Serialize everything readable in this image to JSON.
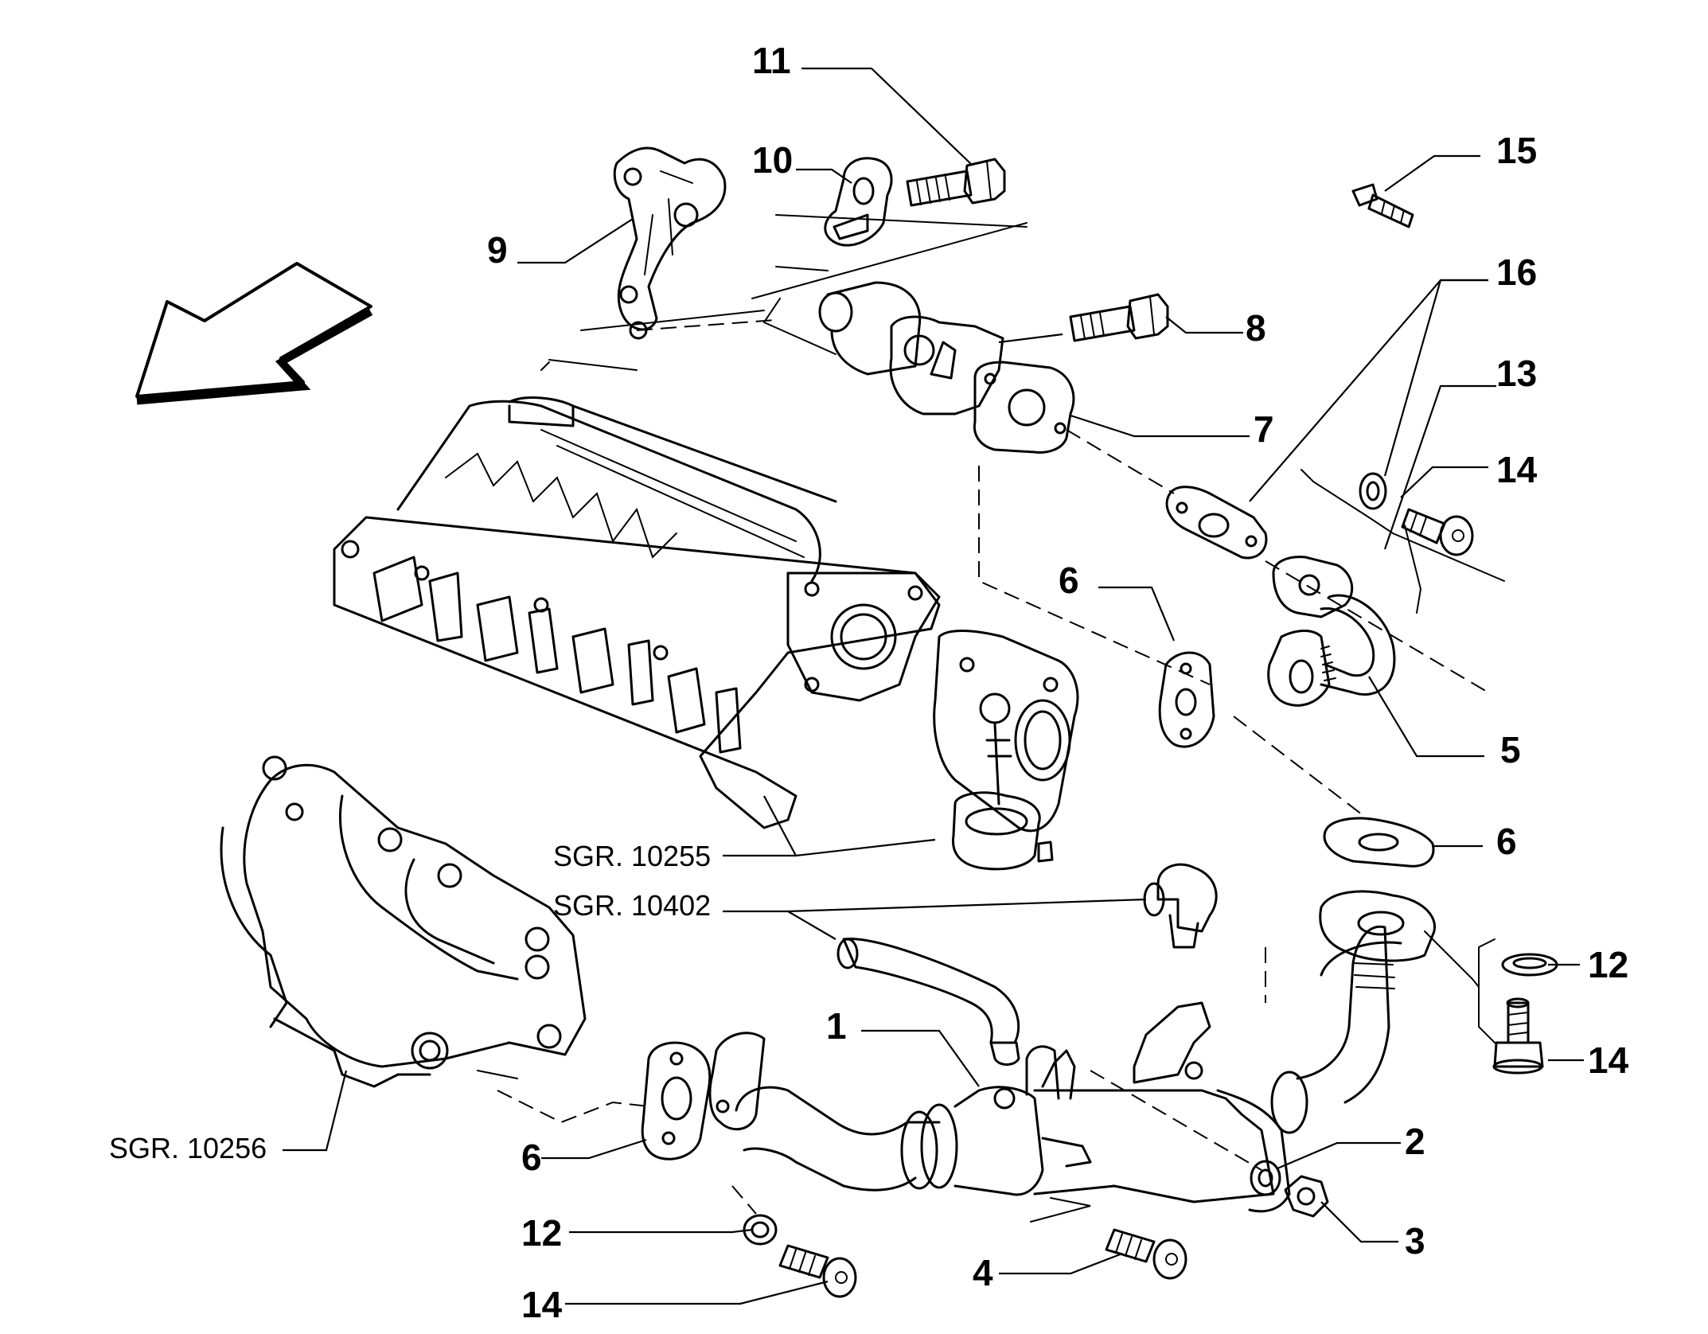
{
  "callouts": [
    {
      "id": "1",
      "label": "1"
    },
    {
      "id": "2",
      "label": "2"
    },
    {
      "id": "3",
      "label": "3"
    },
    {
      "id": "4",
      "label": "4"
    },
    {
      "id": "5",
      "label": "5"
    },
    {
      "id": "6a",
      "label": "6"
    },
    {
      "id": "6b",
      "label": "6"
    },
    {
      "id": "6c",
      "label": "6"
    },
    {
      "id": "7",
      "label": "7"
    },
    {
      "id": "8",
      "label": "8"
    },
    {
      "id": "9",
      "label": "9"
    },
    {
      "id": "10",
      "label": "10"
    },
    {
      "id": "11",
      "label": "11"
    },
    {
      "id": "12a",
      "label": "12"
    },
    {
      "id": "12b",
      "label": "12"
    },
    {
      "id": "13",
      "label": "13"
    },
    {
      "id": "14a",
      "label": "14"
    },
    {
      "id": "14b",
      "label": "14"
    },
    {
      "id": "14c",
      "label": "14"
    },
    {
      "id": "15",
      "label": "15"
    },
    {
      "id": "16",
      "label": "16"
    }
  ],
  "references": [
    {
      "id": "sgr-10255",
      "label": "SGR. 10255"
    },
    {
      "id": "sgr-10402",
      "label": "SGR. 10402"
    },
    {
      "id": "sgr-10256",
      "label": "SGR. 10256"
    }
  ]
}
